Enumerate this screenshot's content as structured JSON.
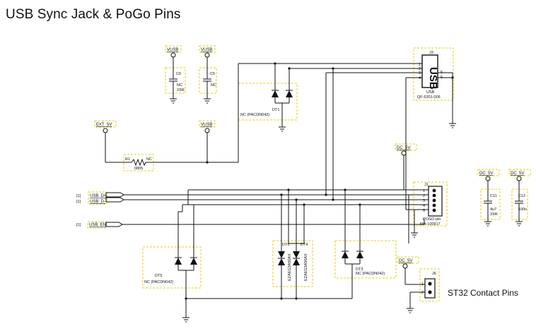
{
  "title": "USB Sync Jack & PoGo Pins",
  "nets": {
    "vusb": "VUSB",
    "ext_5v": "EXT_5V",
    "dc_5v": "DC_5V",
    "usb_dp": "USB_D+",
    "usb_dm": "USB_D-",
    "usb_en": "USB_EN"
  },
  "sheet_refs": [
    "[1]",
    "[1]",
    "[1]"
  ],
  "components": {
    "c6": {
      "ref": "C6",
      "v1": "NC",
      "v2": "X5R"
    },
    "c5": {
      "ref": "C5",
      "v1": "NC"
    },
    "dt1": {
      "ref": "DT1",
      "part": "NC (PACDN042)"
    },
    "r1": {
      "ref": "R1",
      "nc": "NC",
      "value": "0805"
    },
    "j3": {
      "ref": "J3",
      "body": "USB",
      "name": "USB",
      "part": "QF-6301-006",
      "pins": [
        "1",
        "2",
        "3",
        "4",
        "5",
        "6"
      ]
    },
    "j1": {
      "ref": "J1",
      "name": "POGO pin",
      "part": "MH-100917",
      "pins": [
        "1",
        "2",
        "3",
        "4",
        "5"
      ]
    },
    "c11": {
      "ref": "C11",
      "v1": "4u7",
      "v2": "X5R"
    },
    "c12": {
      "ref": "C12",
      "v1": "100n"
    },
    "dt5": {
      "ref": "DT5",
      "part": "NC (PACDN042)"
    },
    "dt6": {
      "ref": "DT6",
      "part": "EZAEG3A50AX"
    },
    "dt4": {
      "ref": "DT4",
      "part": "EZAEG3A50AX"
    },
    "dt3": {
      "ref": "DT3",
      "part": "NC (PACDN042)"
    },
    "j6": {
      "ref": "J6",
      "pins": [
        "1",
        "2"
      ],
      "caption": "ST32 Contact Pins"
    }
  }
}
